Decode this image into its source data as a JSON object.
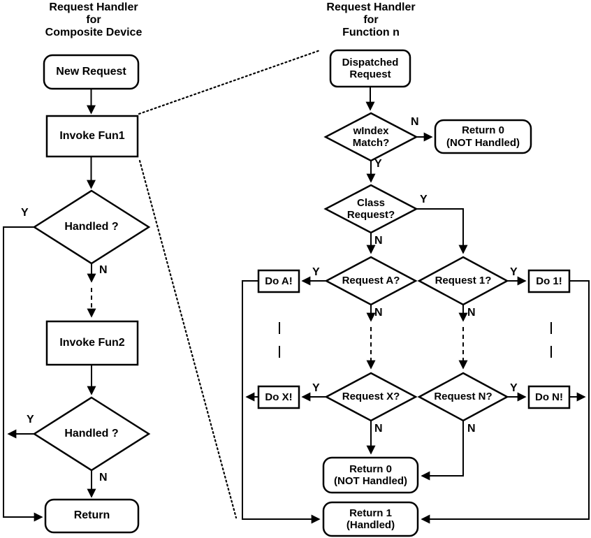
{
  "labels": {
    "yes": "Y",
    "no": "N"
  },
  "left": {
    "title": "Request Handler\nfor\nComposite Device",
    "nodes": {
      "new_request": "New Request",
      "invoke_fun1": "Invoke Fun1",
      "handled_1": "Handled ?",
      "invoke_fun2": "Invoke Fun2",
      "handled_2": "Handled ?",
      "return": "Return"
    }
  },
  "right": {
    "title": "Request Handler\nfor\nFunction n",
    "nodes": {
      "dispatched": "Dispatched\nRequest",
      "windex": "wIndex\nMatch?",
      "return0_top": "Return 0\n(NOT Handled)",
      "class_request": "Class\nRequest?",
      "request_a": "Request A?",
      "request_1": "Request 1?",
      "do_a": "Do A!",
      "do_1": "Do 1!",
      "request_x": "Request X?",
      "request_n": "Request N?",
      "do_x": "Do X!",
      "do_n": "Do N!",
      "return0_bottom": "Return 0\n(NOT Handled)",
      "return1": "Return 1\n(Handled)"
    }
  },
  "colors": {
    "stroke": "#000000",
    "background": "#ffffff"
  }
}
